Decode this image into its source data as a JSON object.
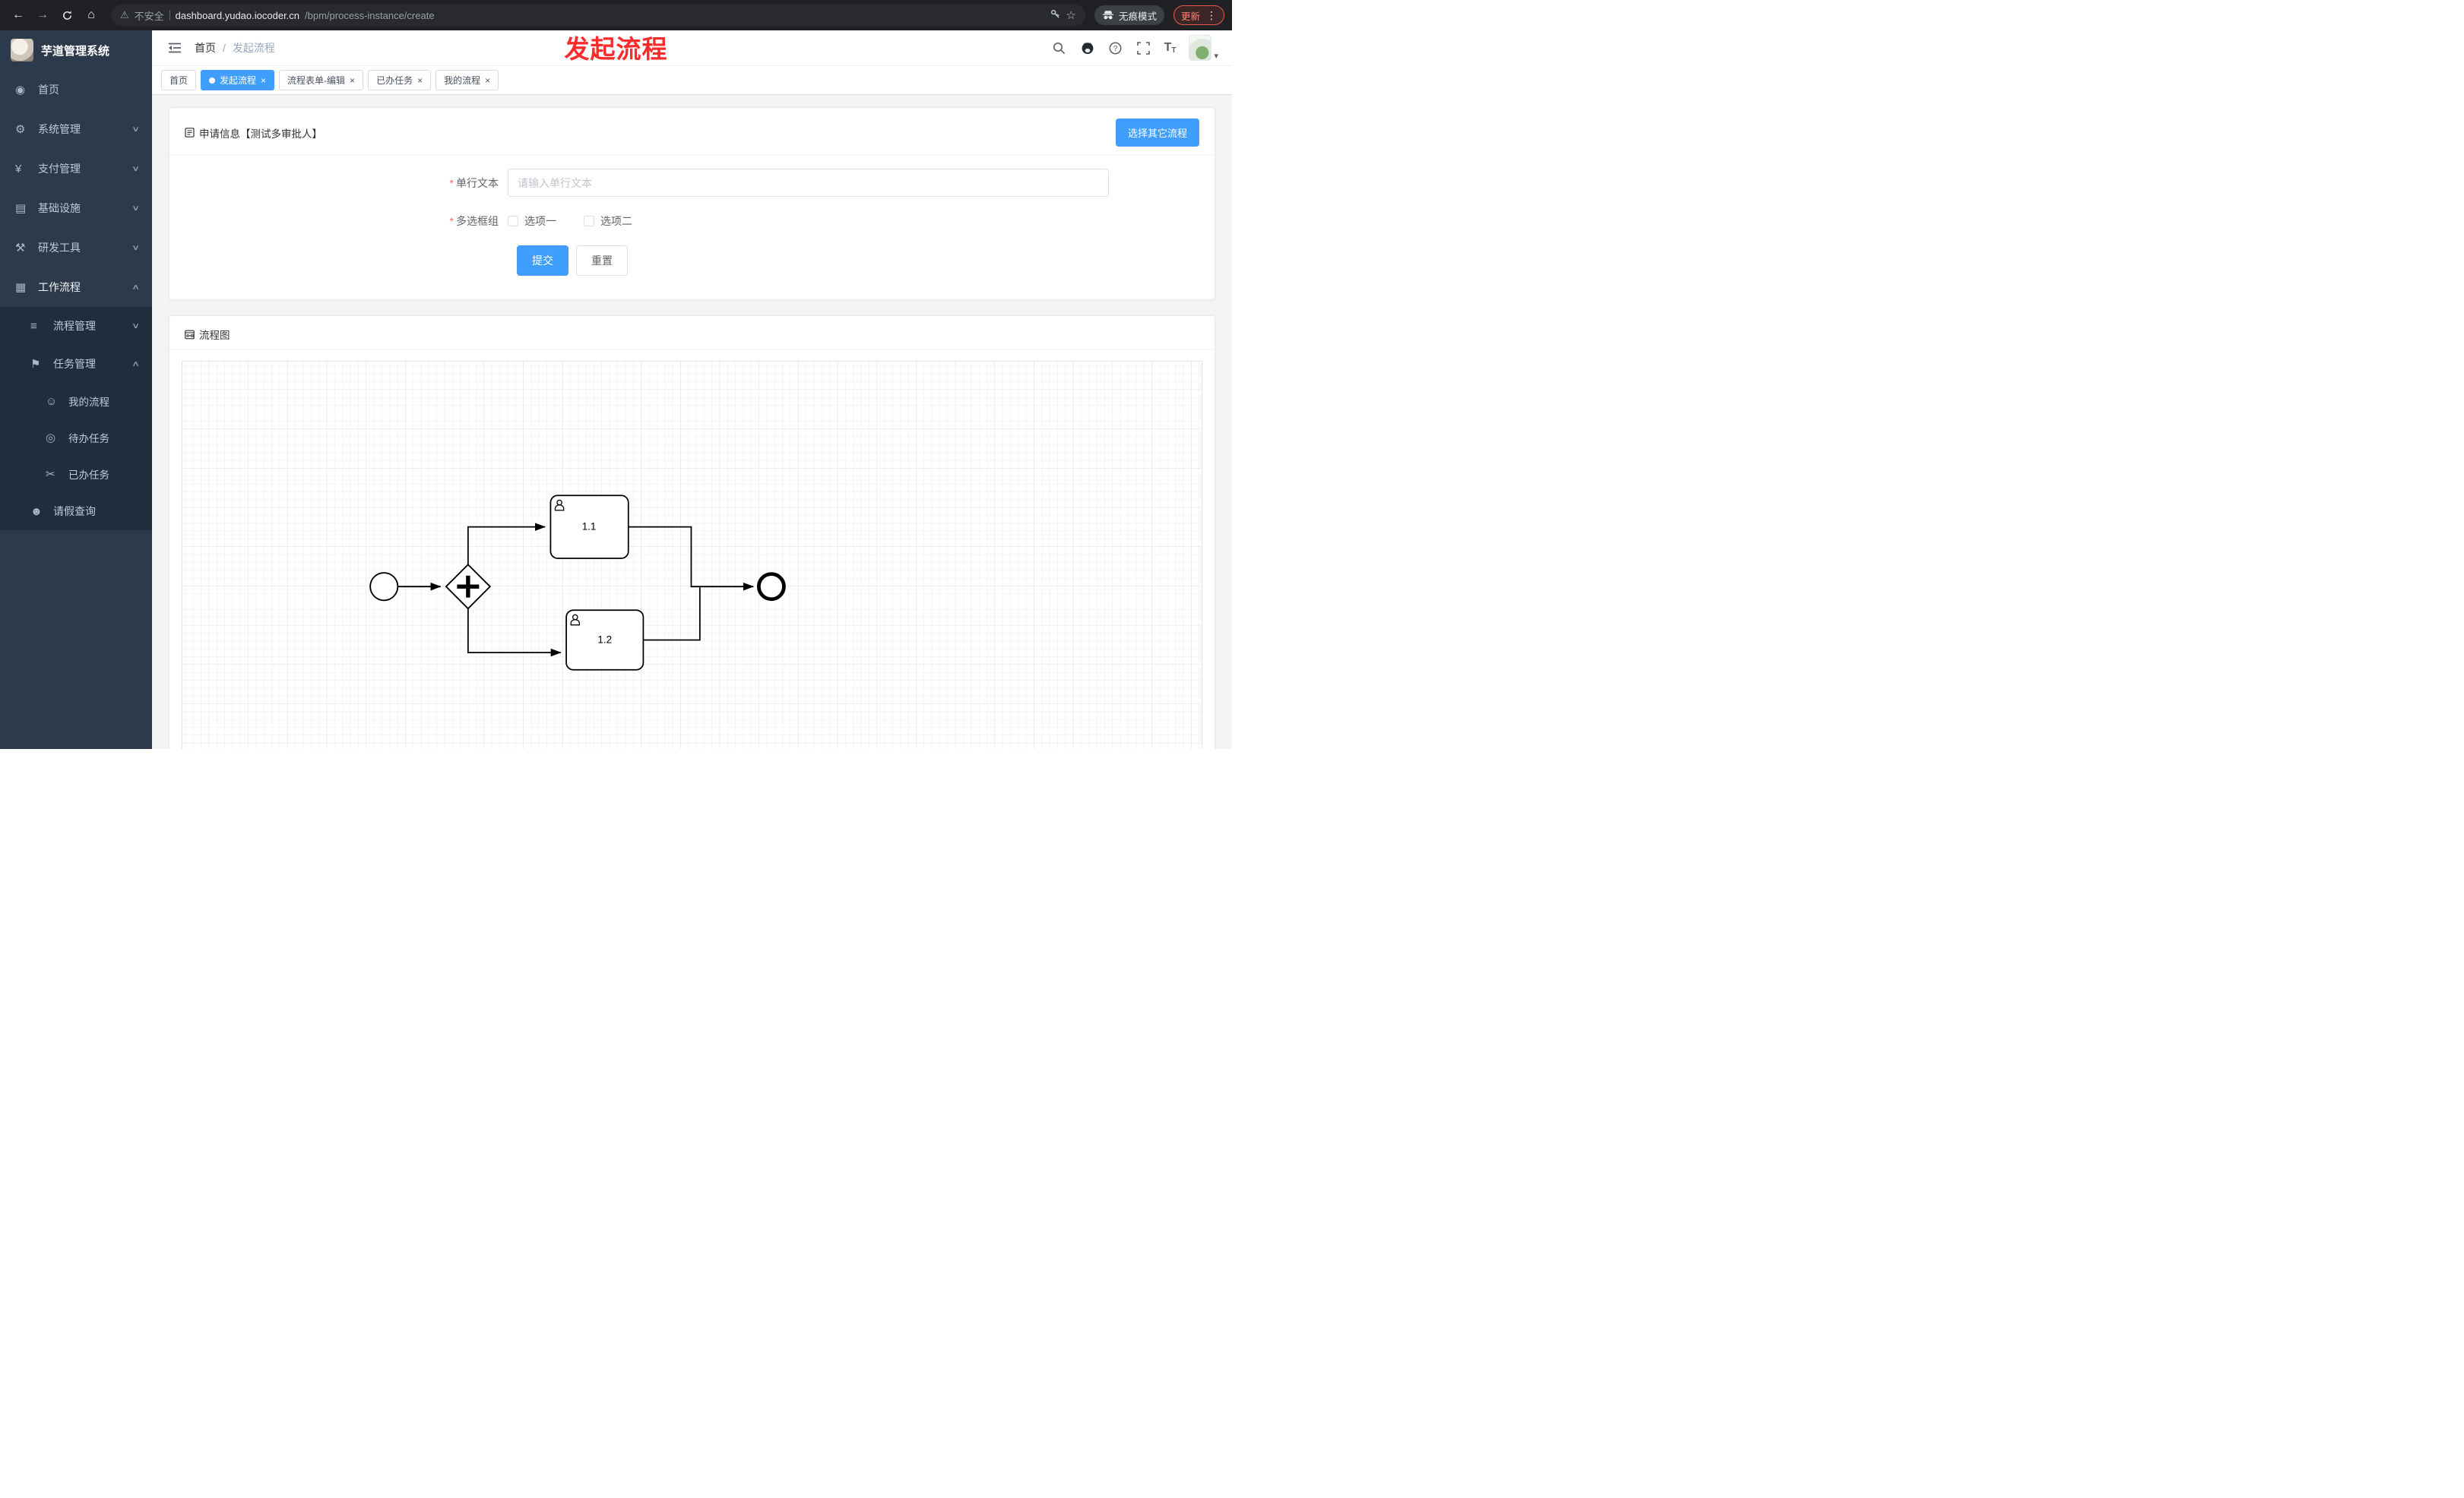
{
  "browser": {
    "security_label": "不安全",
    "url_host": "dashboard.yudao.iocoder.cn",
    "url_path": "/bpm/process-instance/create",
    "incognito_label": "无痕模式",
    "update_label": "更新"
  },
  "overlay": {
    "title": "发起流程"
  },
  "app": {
    "title": "芋道管理系统"
  },
  "breadcrumb": {
    "home": "首页",
    "separator": "/",
    "current": "发起流程"
  },
  "tabs": [
    {
      "label": "首页",
      "active": false,
      "closable": false
    },
    {
      "label": "发起流程",
      "active": true,
      "closable": true
    },
    {
      "label": "流程表单-编辑",
      "active": false,
      "closable": true
    },
    {
      "label": "已办任务",
      "active": false,
      "closable": true
    },
    {
      "label": "我的流程",
      "active": false,
      "closable": true
    }
  ],
  "sidebar": {
    "items": [
      {
        "label": "首页"
      },
      {
        "label": "系统管理"
      },
      {
        "label": "支付管理"
      },
      {
        "label": "基础设施"
      },
      {
        "label": "研发工具"
      },
      {
        "label": "工作流程"
      },
      {
        "label": "流程管理"
      },
      {
        "label": "任务管理"
      },
      {
        "label": "我的流程"
      },
      {
        "label": "待办任务"
      },
      {
        "label": "已办任务"
      },
      {
        "label": "请假查询"
      }
    ]
  },
  "form_card": {
    "title": "申请信息【测试多审批人】",
    "select_other_label": "选择其它流程",
    "required_mark": "*",
    "field_text": {
      "label": "单行文本",
      "placeholder": "请输入单行文本"
    },
    "field_checkbox": {
      "label": "多选框组",
      "options": [
        {
          "label": "选项一"
        },
        {
          "label": "选项二"
        }
      ]
    },
    "submit_label": "提交",
    "reset_label": "重置"
  },
  "diagram_card": {
    "title": "流程图",
    "tasks": [
      {
        "label": "1.1"
      },
      {
        "label": "1.2"
      }
    ]
  },
  "icons": {
    "back": "←",
    "forward": "→",
    "home_btn": "⌂",
    "warning": "⚠",
    "star": "☆",
    "more": "⋮",
    "menu_home": "◉",
    "menu_system": "⚙",
    "menu_pay": "¥",
    "menu_infra": "▤",
    "menu_dev": "⚒",
    "menu_workflow": "▦",
    "menu_process_mgmt": "≡",
    "menu_task_mgmt": "⚑",
    "menu_my_process": "☺",
    "menu_todo": "◎",
    "menu_done": "✂",
    "menu_leave": "☻",
    "chevron_down": "∨",
    "chevron_up": "∧",
    "close": "×",
    "caret_down": "▾",
    "question": "?",
    "font_big": "T",
    "font_small": "T"
  },
  "colors": {
    "accent_blue": "#409eff",
    "sidebar_bg": "#2d3a4b",
    "submenu_bg": "#1f2d3d",
    "annotation_red": "#fb2b2b",
    "chrome_bg": "#202124"
  }
}
